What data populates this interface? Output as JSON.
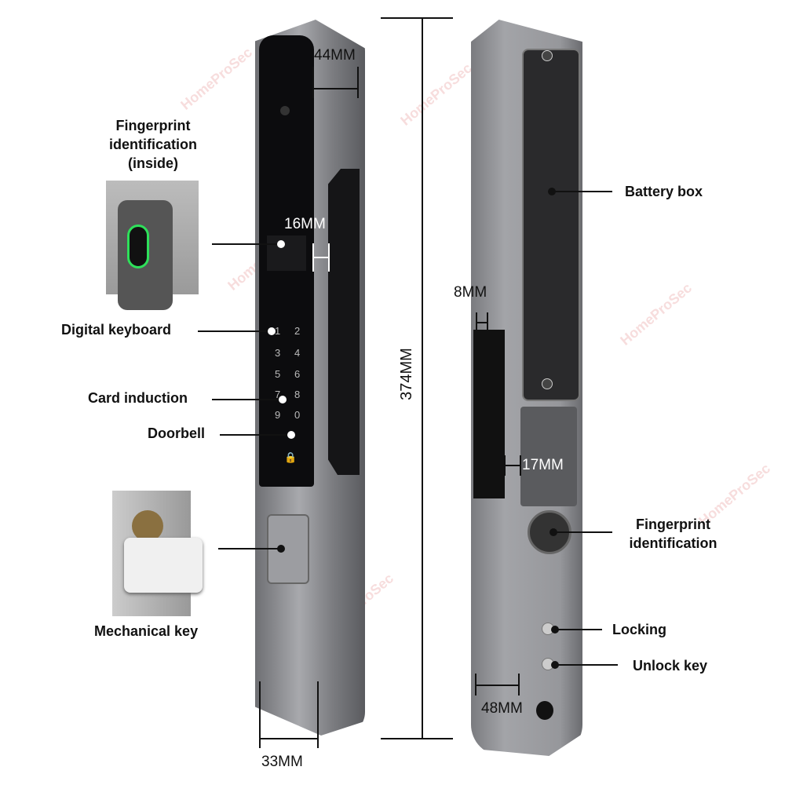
{
  "labels": {
    "fingerprint_inside": "Fingerprint identification (inside)",
    "digital_keyboard": "Digital keyboard",
    "card_induction": "Card induction",
    "doorbell": "Doorbell",
    "mechanical_key": "Mechanical key",
    "battery_box": "Battery box",
    "fingerprint": "Fingerprint identification",
    "locking": "Locking",
    "unlock_key": "Unlock key"
  },
  "dimensions": {
    "d44": "44MM",
    "d16": "16MM",
    "d374": "374MM",
    "d33": "33MM",
    "d8": "8MM",
    "d17": "17MM",
    "d48": "48MM"
  },
  "keypad": [
    "1",
    "2",
    "3",
    "4",
    "5",
    "6",
    "7",
    "8",
    "9",
    "0"
  ],
  "watermark": "HomeProSec",
  "colors": {
    "body": "#8e8f93",
    "panel": "#0c0c0e",
    "fingerprint_ring": "#2ee05a"
  }
}
